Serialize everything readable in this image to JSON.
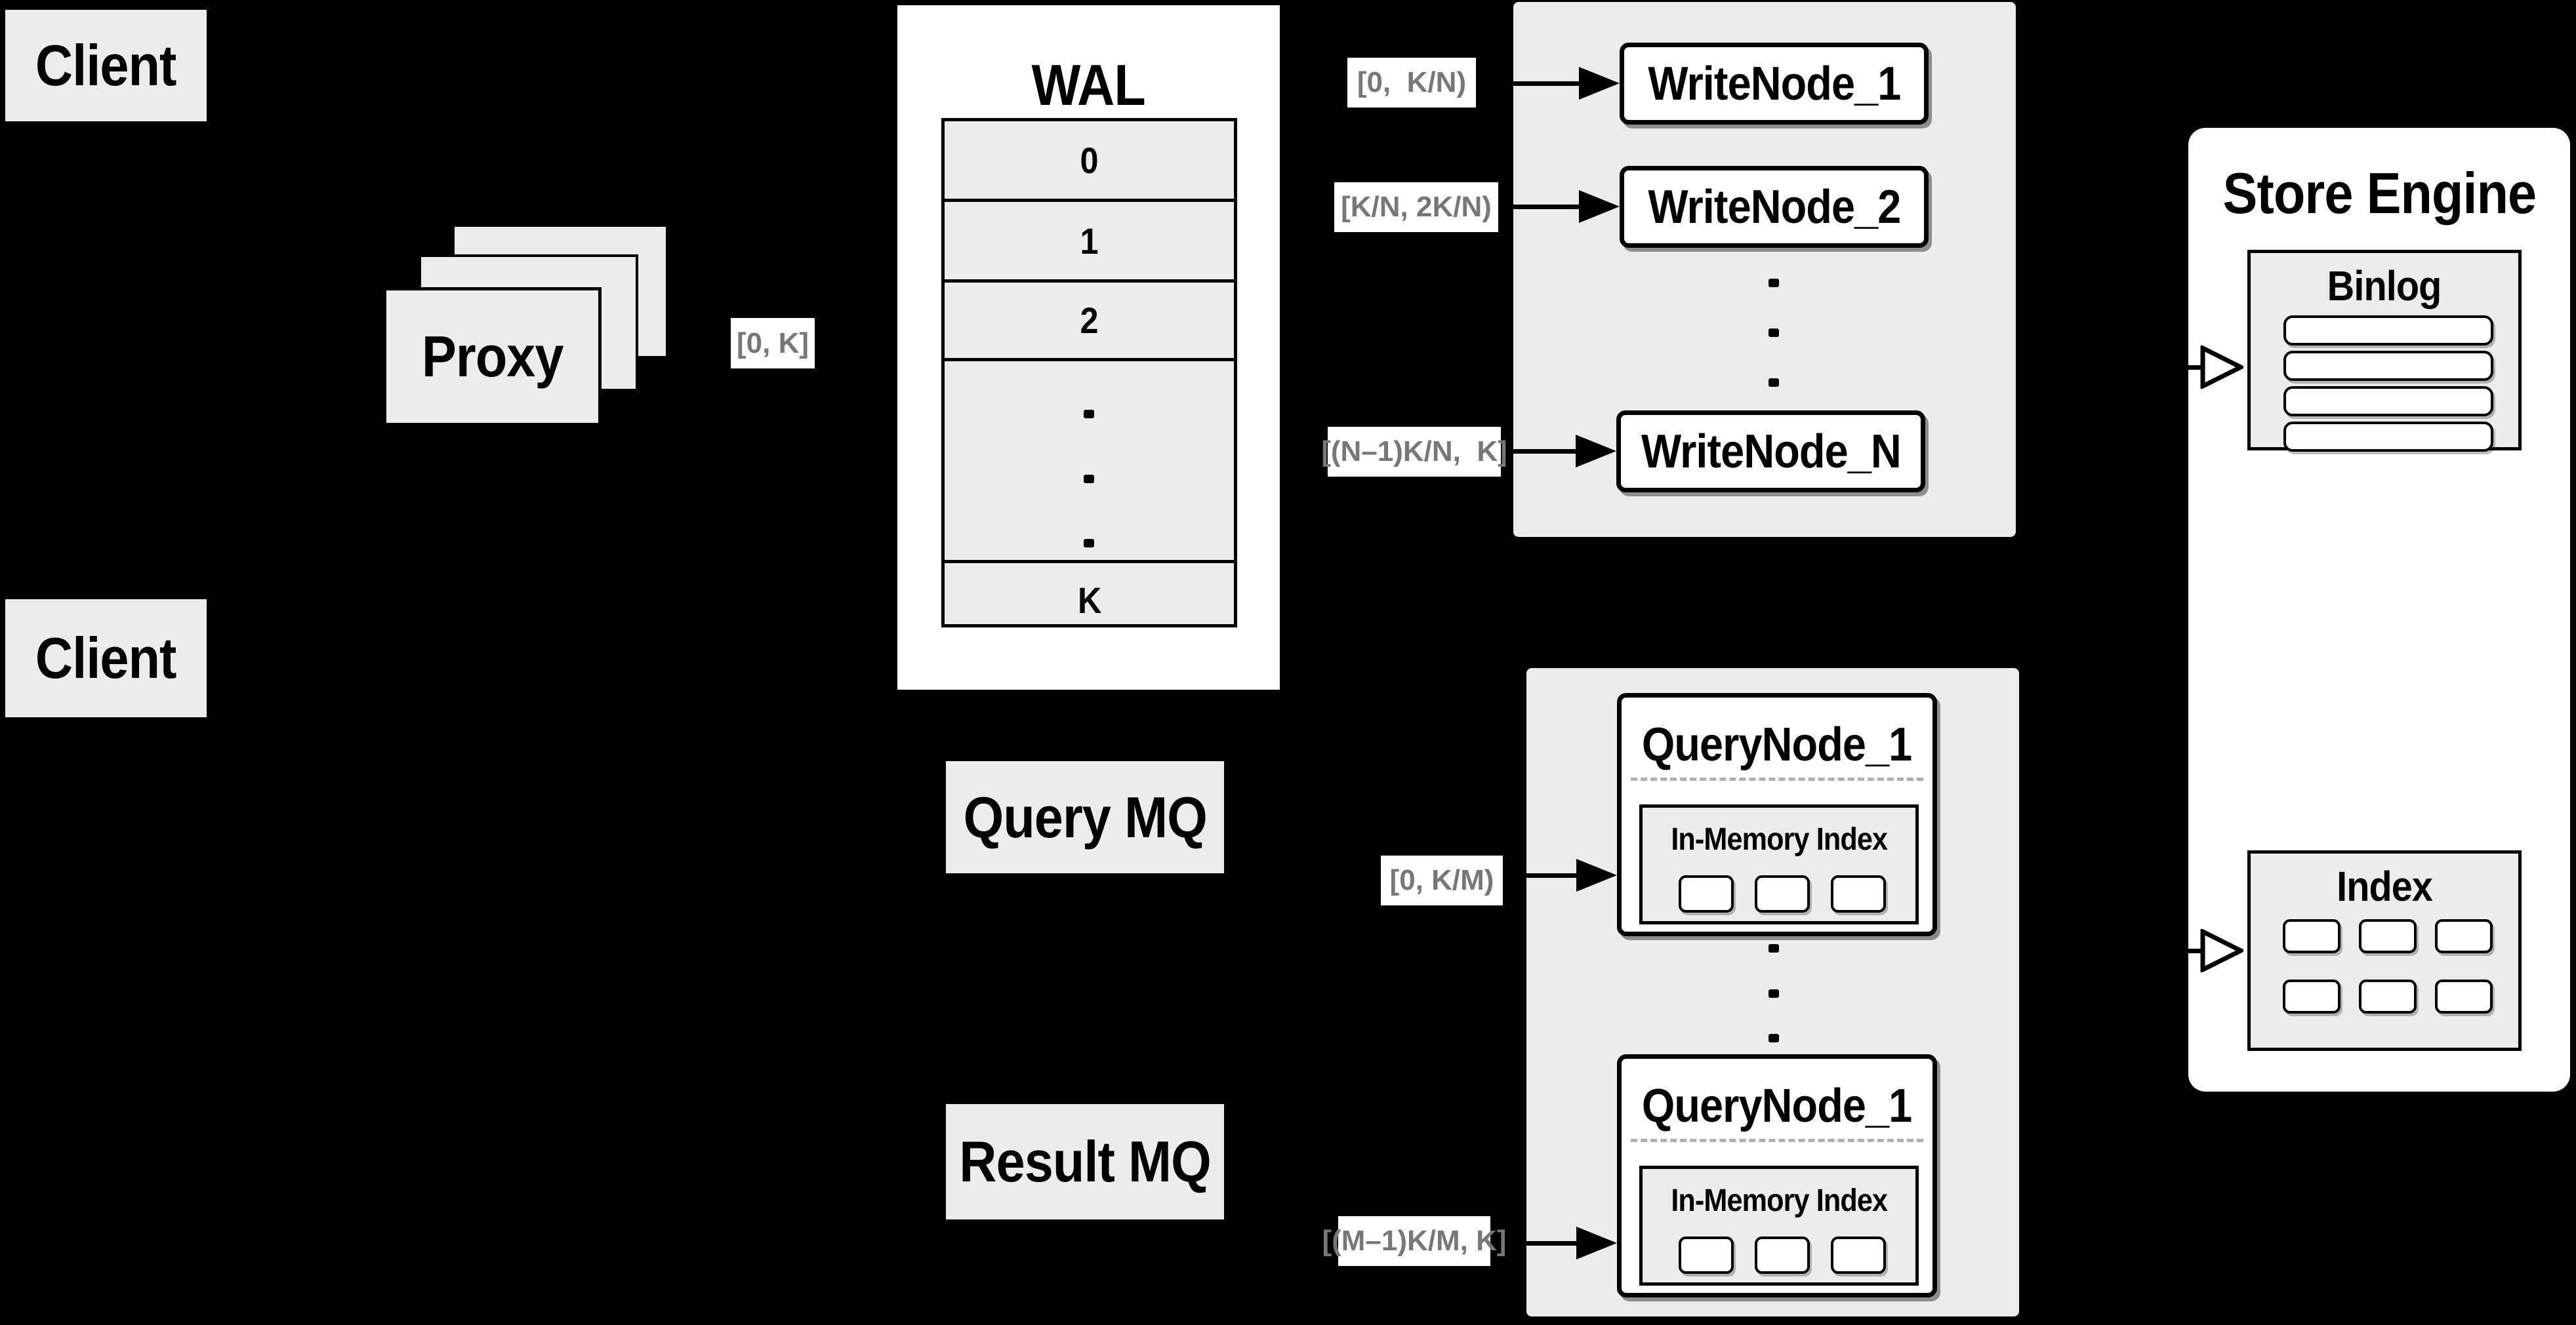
{
  "colors": {
    "background": "#000000",
    "panel_gray": "#ececec",
    "panel_white": "#ffffff",
    "line": "#000000",
    "range_text": "#777777",
    "divider_dash": "#b0b0b0"
  },
  "clients": {
    "top": "Client",
    "bottom": "Client"
  },
  "proxy": {
    "label": "Proxy"
  },
  "wal": {
    "title": "WAL",
    "segments": [
      "0",
      "1",
      "2"
    ],
    "last_segment": "K"
  },
  "range_labels": {
    "proxy_out": "[0, K]",
    "write_1": "[0,  K/N)",
    "write_2": "[K/N, 2K/N)",
    "write_n": "[(N–1)K/N,  K]",
    "query_1": "[0, K/M)",
    "query_m": "[(M–1)K/M, K]"
  },
  "write_nodes": {
    "node_1": "WriteNode_1",
    "node_2": "WriteNode_2",
    "node_n": "WriteNode_N"
  },
  "mq": {
    "query": "Query MQ",
    "result": "Result MQ"
  },
  "query_nodes": {
    "top": {
      "title": "QueryNode_1",
      "index_title": "In-Memory Index"
    },
    "bottom": {
      "title": "QueryNode_1",
      "index_title": "In-Memory Index"
    }
  },
  "store_engine": {
    "title": "Store Engine",
    "binlog_title": "Binlog",
    "index_title": "Index"
  }
}
